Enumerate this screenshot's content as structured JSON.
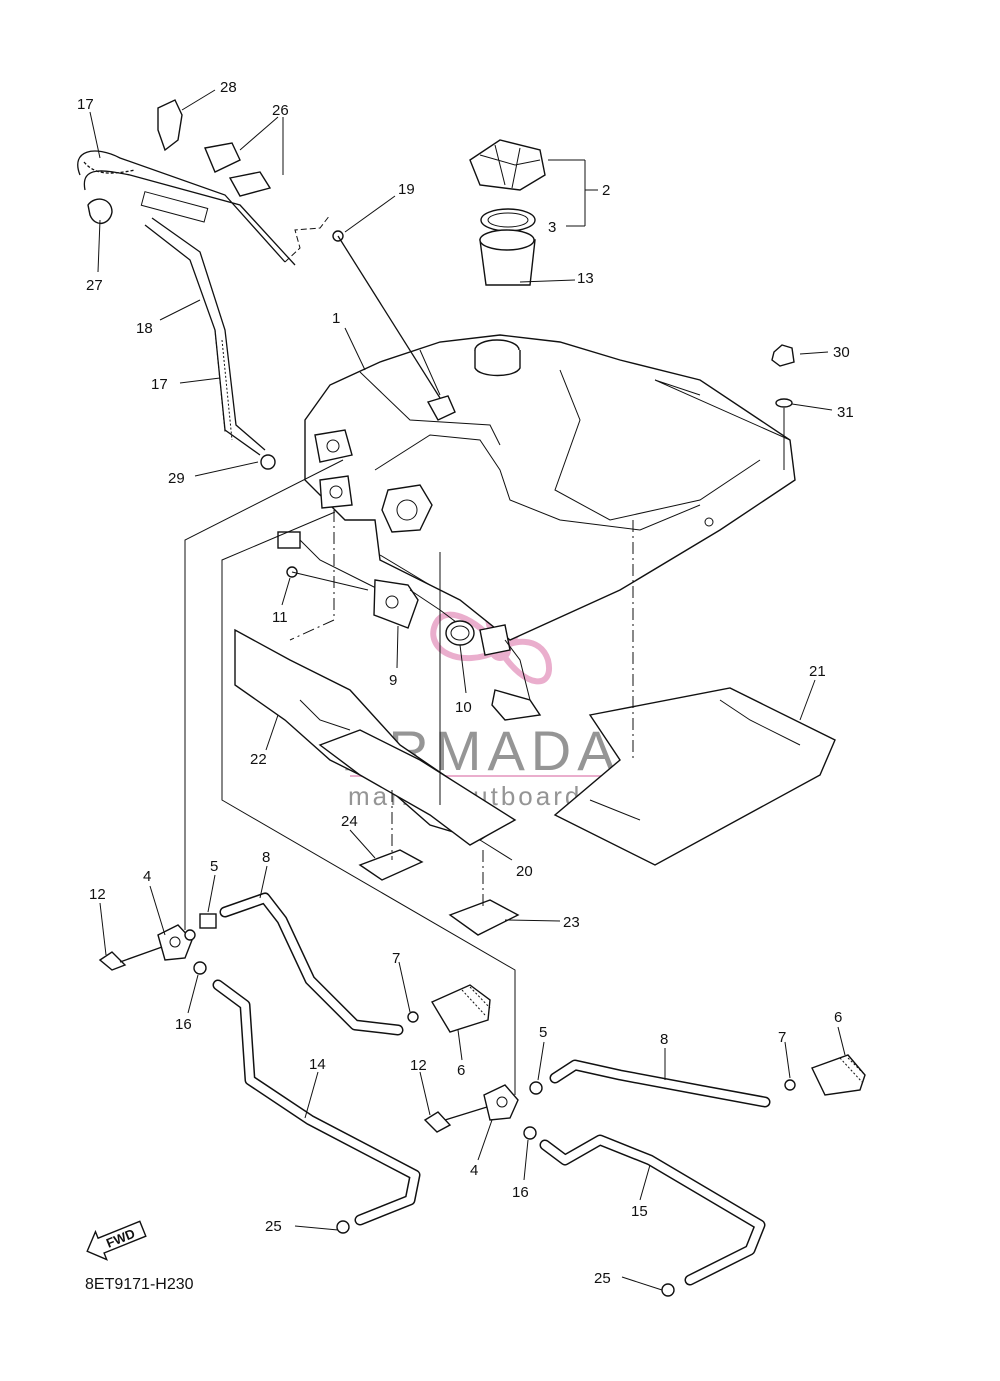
{
  "diagram": {
    "code": "8ET9171-H230",
    "fwd_label": "FWD",
    "callouts": [
      "1",
      "2",
      "3",
      "4",
      "4",
      "5",
      "5",
      "6",
      "6",
      "7",
      "7",
      "8",
      "8",
      "9",
      "10",
      "11",
      "12",
      "12",
      "13",
      "14",
      "15",
      "16",
      "16",
      "17",
      "17",
      "18",
      "19",
      "20",
      "21",
      "22",
      "23",
      "24",
      "25",
      "25",
      "26",
      "27",
      "28",
      "29",
      "30",
      "31"
    ]
  },
  "watermark": {
    "brand": "ARMADA",
    "tagline": "marine outboards",
    "colors": {
      "pink": "#e8a6c8",
      "gray": "#8a8a8a"
    }
  }
}
